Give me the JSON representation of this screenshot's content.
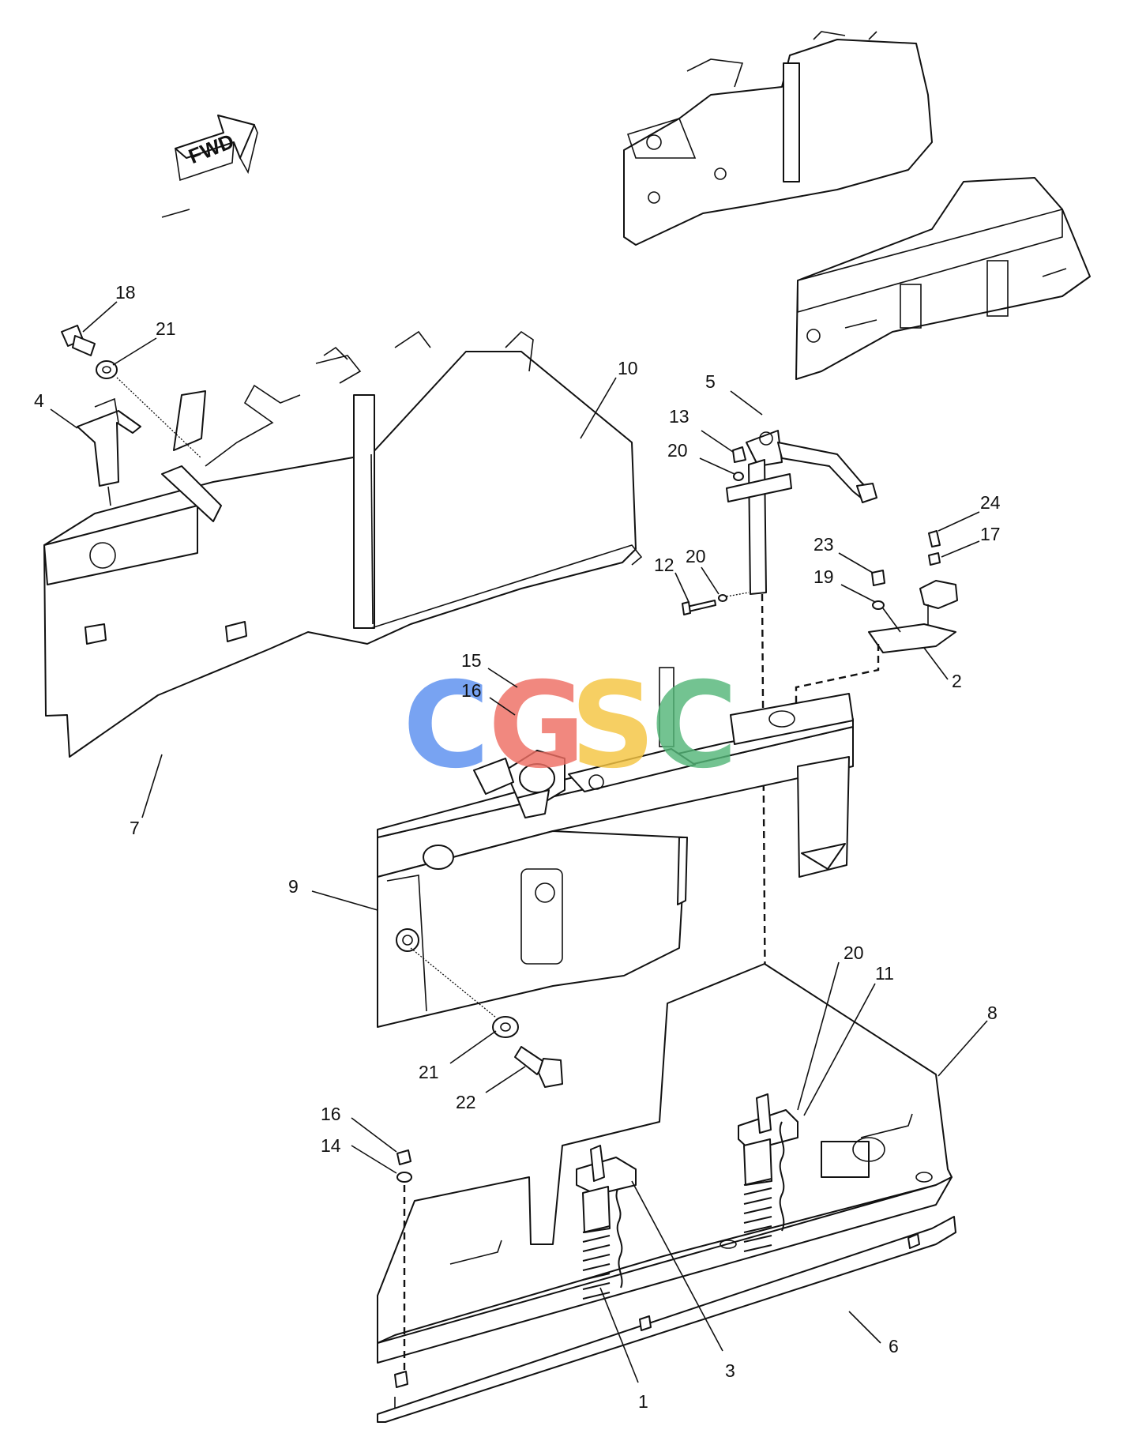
{
  "fwd_label": "FWD",
  "watermark": {
    "letters": [
      {
        "char": "C",
        "color": "#5b8ff0"
      },
      {
        "char": "G",
        "color": "#ee6e63"
      },
      {
        "char": "S",
        "color": "#f5c542"
      },
      {
        "char": "C",
        "color": "#55b779"
      }
    ]
  },
  "callouts": [
    "18",
    "21",
    "4",
    "10",
    "5",
    "13",
    "20",
    "12",
    "20",
    "24",
    "17",
    "23",
    "19",
    "2",
    "7",
    "15",
    "16",
    "9",
    "20",
    "11",
    "8",
    "21",
    "22",
    "16",
    "14",
    "6",
    "3",
    "1"
  ]
}
